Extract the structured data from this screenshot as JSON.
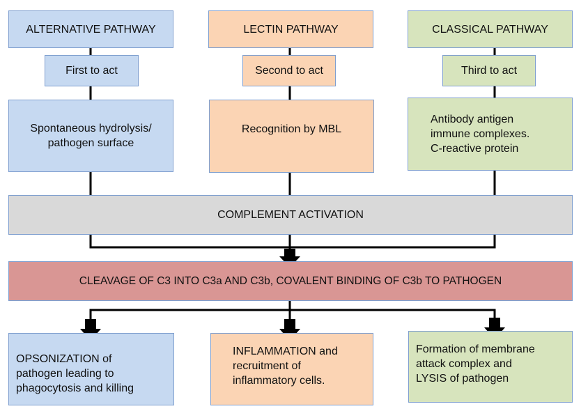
{
  "pathways": [
    {
      "title": "ALTERNATIVE PATHWAY",
      "order": "First to act",
      "trigger": "Spontaneous hydrolysis/\npathogen surface"
    },
    {
      "title": "LECTIN PATHWAY",
      "order": "Second to act",
      "trigger": "Recognition by MBL"
    },
    {
      "title": "CLASSICAL PATHWAY",
      "order": "Third to act",
      "trigger": "Antibody antigen\nimmune complexes.\nC-reactive protein"
    }
  ],
  "activation": "COMPLEMENT ACTIVATION",
  "cleavage": "CLEAVAGE OF C3 INTO C3a AND C3b, COVALENT BINDING OF C3b TO PATHOGEN",
  "outcomes": [
    "OPSONIZATION of\npathogen leading to\nphagocytosis and killing",
    "INFLAMMATION and\nrecruitment of\ninflammatory cells.",
    "Formation of membrane\nattack complex and\nLYSIS of pathogen"
  ],
  "colors": {
    "alternative": "#c6d9f1",
    "lectin": "#fbd4b4",
    "classical": "#d7e4bd",
    "activation": "#d9d9d9",
    "cleavage": "#d99694",
    "border": "#7f9fcf"
  }
}
